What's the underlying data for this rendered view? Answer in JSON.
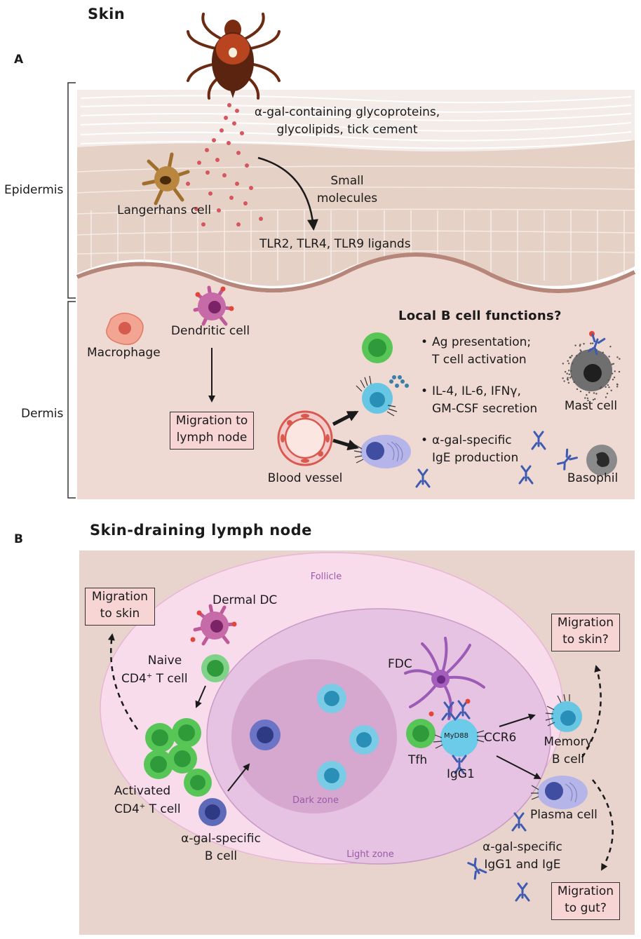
{
  "panel_a": {
    "letter": "A",
    "title": "Skin",
    "tick_products": [
      "α-gal-containing glycoproteins,",
      "glycolipids, tick cement"
    ],
    "small_molecules": [
      "Small",
      "molecules"
    ],
    "tlr_ligands": "TLR2, TLR4, TLR9 ligands",
    "langerhans": "Langerhans cell",
    "epidermis": "Epidermis",
    "dermis": "Dermis",
    "dendritic": "Dendritic cell",
    "macrophage": "Macrophage",
    "migration_ln": [
      "Migration to",
      "lymph node"
    ],
    "blood_vessel": "Blood vessel",
    "local_b_title": "Local B cell functions?",
    "bullets": [
      [
        "Ag presentation;",
        "T cell activation"
      ],
      [
        "IL-4, IL-6, IFNγ,",
        "GM-CSF secretion"
      ],
      [
        "α-gal-specific",
        "IgE production"
      ]
    ],
    "mast_cell": "Mast cell",
    "basophil": "Basophil"
  },
  "panel_b": {
    "letter": "B",
    "title": "Skin-draining lymph node",
    "follicle": "Follicle",
    "dark_zone": "Dark zone",
    "light_zone": "Light zone",
    "migration_skin": [
      "Migration",
      "to skin"
    ],
    "dermal_dc": "Dermal DC",
    "naive_1": "Naive",
    "naive_2": "CD4",
    "naive_sup": "+",
    "naive_3": " T cell",
    "activated_1": "Activated",
    "activated_2": "CD4",
    "activated_sup": "+",
    "activated_3": "  T cell",
    "agal_b": [
      "α-gal-specific",
      "B cell"
    ],
    "fdc": "FDC",
    "tfh": "Tfh",
    "myd88": "MyD88",
    "ccr6": "CCR6",
    "igg1": "IgG1",
    "migration_skin_q": [
      "Migration",
      "to skin?"
    ],
    "memory_b": [
      "Memory",
      "B cell"
    ],
    "plasma": "Plasma cell",
    "agal_igg_ige": [
      "α-gal-specific",
      "IgG1 and IgE"
    ],
    "migration_gut": [
      "Migration",
      "to gut?"
    ]
  },
  "colors": {
    "epidermis_top": "#f4eae6",
    "epidermis_cells": "#e3cdc2",
    "dermis": "#efd9d3",
    "lymph_bg": "#e8d3cd",
    "follicle": "#f8dcec",
    "light_zone": "#e6c3e2",
    "dark_zone": "#d6a8d0",
    "t_cell": "#57c657",
    "b_cell_cyan": "#3ea9cf",
    "b_cell_dark": "#3f4ea0",
    "antibody": "#3d5bb0",
    "tick": "#9c3a1c"
  }
}
